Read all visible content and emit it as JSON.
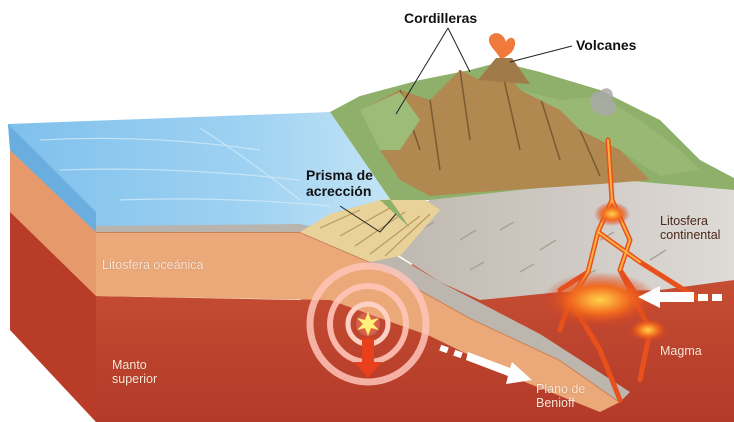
{
  "labels": {
    "cordilleras": "Cordilleras",
    "volcanes": "Volcanes",
    "prisma_line1": "Prisma de",
    "prisma_line2": "acrección",
    "litosfera_oceanica": "Litosfera oceánica",
    "litosfera_continental_line1": "Litosfera",
    "litosfera_continental_line2": "continental",
    "manto_line1": "Manto",
    "manto_line2": "superior",
    "magma": "Magma",
    "plano_line1": "Plano de",
    "plano_line2": "Benioff"
  },
  "colors": {
    "ocean": "#8cc8ee",
    "ocean_light": "#c5e4f6",
    "lithosphere": "#e8a878",
    "mantle": "#c4452e",
    "continental_crust": "#d3cec8",
    "vegetation": "#8fb06a",
    "mountains": "#b08850",
    "magma": "#f06a22",
    "prism": "#e8d29a"
  }
}
